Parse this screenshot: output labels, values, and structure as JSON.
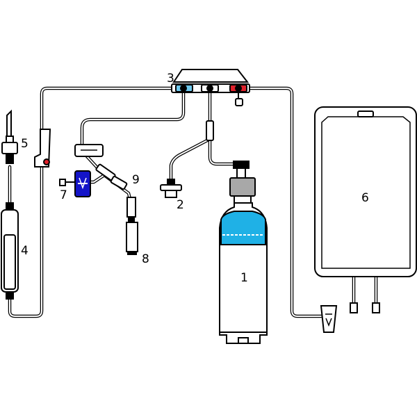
{
  "diagram": {
    "labels": {
      "bottle": "1",
      "filter": "2",
      "manifold": "3",
      "drip_chamber": "4",
      "spike": "5",
      "bag": "6",
      "blue_clamp": "7",
      "syringe": "8",
      "y_junction": "9"
    }
  },
  "colors": {
    "outline": "#000000",
    "tube": "#ffffff",
    "liquid": "#1fb1e6",
    "cap_gray": "#a8a8a8",
    "clamp_blue": "#1414c8",
    "valve_red": "#e0202a",
    "valve_light_blue": "#6ec9ee"
  }
}
